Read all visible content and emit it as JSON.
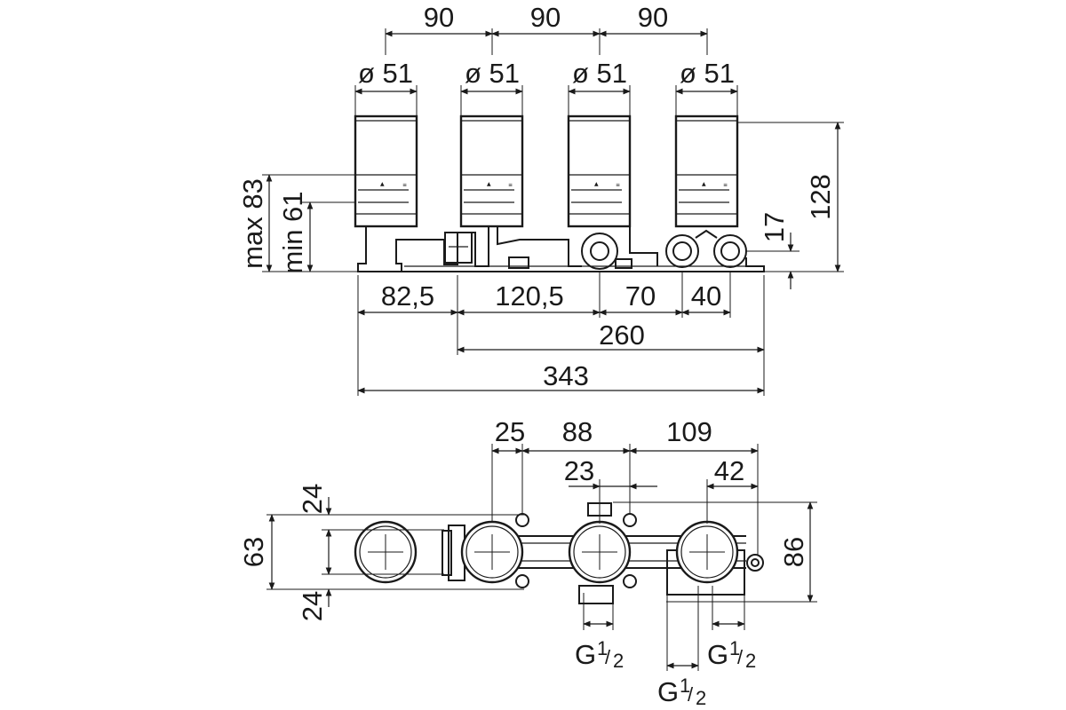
{
  "front_view": {
    "spacing": [
      "90",
      "90",
      "90"
    ],
    "diameters": [
      "ø 51",
      "ø 51",
      "ø 51",
      "ø 51"
    ],
    "max_depth": "max 83",
    "min_depth": "min 61",
    "height_128": "128",
    "offset_17": "17",
    "bottom_dims": [
      "82,5",
      "120,5",
      "70",
      "40"
    ],
    "total_260": "260",
    "total_343": "343"
  },
  "top_view": {
    "top_dims": [
      "25",
      "88",
      "109"
    ],
    "dim_23": "23",
    "dim_42": "42",
    "left_dims": [
      "24",
      "63",
      "24"
    ],
    "right_dim": "86",
    "thread_main": "G",
    "thread_fraction_num": "1",
    "thread_fraction_den": "2"
  }
}
